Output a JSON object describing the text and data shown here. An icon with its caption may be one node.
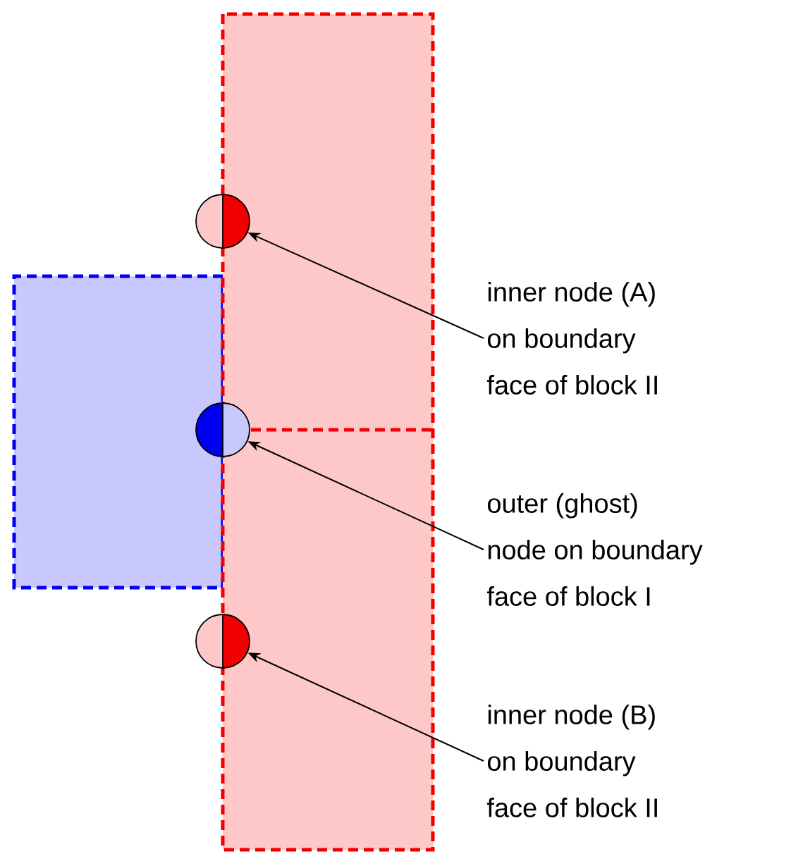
{
  "diagram": {
    "nodes": [
      {
        "text": [],
        "shape": "circle"
      },
      {
        "text": [],
        "shape": "circle"
      },
      {
        "text": [],
        "shape": "circle"
      },
      {
        "text": [
          "inner node (A) on boundary face of block II"
        ]
      },
      {
        "text": [
          "outer (ghost) node on boundary face of block I"
        ]
      },
      {
        "text": [
          "inner node (B) on boundary face of block II"
        ]
      }
    ],
    "edges": [
      {
        "from": 3,
        "to": 0,
        "arrow": "to"
      },
      {
        "from": 4,
        "to": 1,
        "arrow": "to"
      },
      {
        "from": 5,
        "to": 2,
        "arrow": "to"
      }
    ]
  }
}
